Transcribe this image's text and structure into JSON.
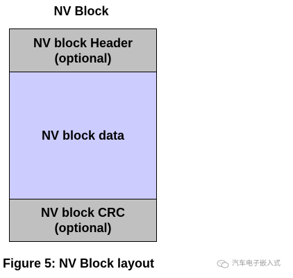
{
  "diagram": {
    "title": "NV Block",
    "blocks": {
      "header": {
        "line1": "NV block Header",
        "line2": "(optional)",
        "color": "#c0c0c0"
      },
      "data": {
        "line1": "NV block data",
        "color": "#ccccff"
      },
      "crc": {
        "line1": "NV block CRC",
        "line2": "(optional)",
        "color": "#c0c0c0"
      }
    },
    "caption": "Figure 5: NV Block layout"
  },
  "watermark": {
    "text": "汽车电子嵌入式",
    "icon": "wechat-icon"
  }
}
